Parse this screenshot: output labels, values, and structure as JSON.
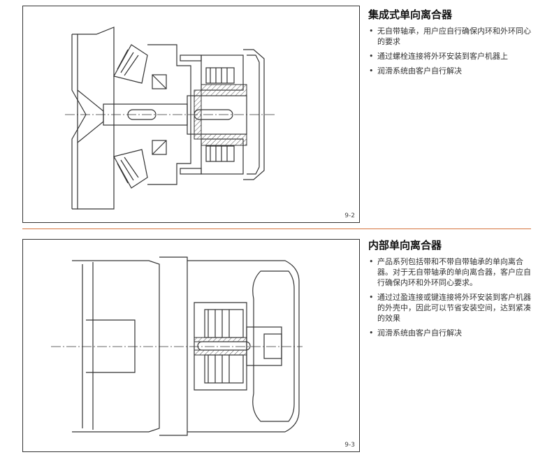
{
  "figures": [
    {
      "label": "9-2"
    },
    {
      "label": "9-3"
    }
  ],
  "sections": [
    {
      "title": "集成式单向离合器",
      "bullets": [
        "无自带轴承，用户应自行确保内环和外环同心的要求",
        "通过螺栓连接将外环安装到客户机器上",
        "润滑系统由客户自行解决"
      ]
    },
    {
      "title": "内部单向离合器",
      "bullets": [
        "产品系列包括带和不带自带轴承的单向离合器。对于无自带轴承的单向离合器，客户应自行确保内环和外环同心要求。",
        "通过过盈连接或键连接将外环安装到客户机器的外壳中，因此可以节省安装空间，达到紧凑的效果",
        "润滑系统由客户自行解决"
      ]
    }
  ],
  "colors": {
    "divider": "#d5733c",
    "line": "#333333"
  }
}
